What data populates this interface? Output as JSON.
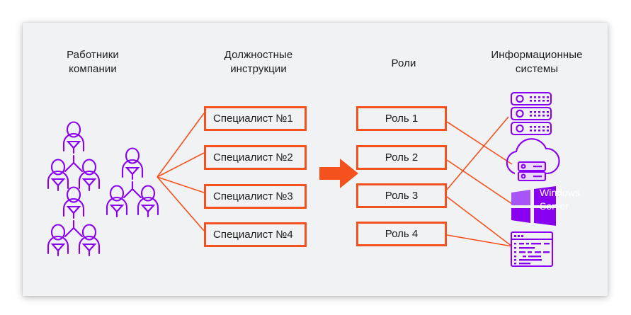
{
  "diagram": {
    "columns": {
      "workers": "Работники\nкомпании",
      "jobs": "Должностные\nинструкции",
      "roles": "Роли",
      "systems": "Информационные\nсистемы"
    },
    "job_boxes": [
      {
        "label": "Специалист №1"
      },
      {
        "label": "Специалист №2"
      },
      {
        "label": "Специалист №3"
      },
      {
        "label": "Специалист №4"
      }
    ],
    "role_boxes": [
      {
        "label": "Роль 1"
      },
      {
        "label": "Роль 2"
      },
      {
        "label": "Роль 3"
      },
      {
        "label": "Роль 4"
      }
    ],
    "systems": [
      {
        "name": "server-stack-icon"
      },
      {
        "name": "cloud-server-icon"
      },
      {
        "name": "windows-server-icon",
        "label": "Windows\nServer"
      },
      {
        "name": "code-editor-icon"
      }
    ],
    "people_groups": [
      {
        "name": "people-group-top-left"
      },
      {
        "name": "people-group-middle"
      },
      {
        "name": "people-group-bottom-left"
      }
    ],
    "arrow": {
      "name": "transform-arrow",
      "direction": "right"
    },
    "colors": {
      "accent_orange": "#f4511e",
      "icon_purple": "#8a00f0",
      "card_background": "#f1f2f4",
      "text": "#1c1c1c",
      "windows_label": "#ffffff"
    }
  }
}
